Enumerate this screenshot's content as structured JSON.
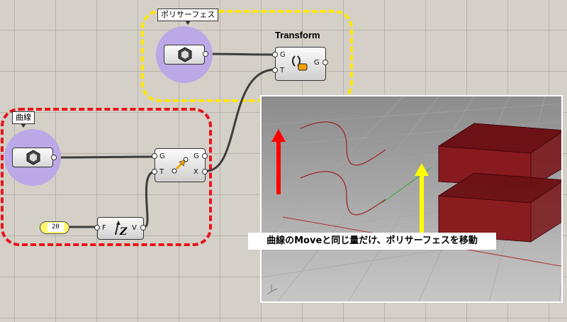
{
  "nodes": {
    "polysurface_param": {
      "label": "ポリサーフェス"
    },
    "curve_param": {
      "label": "曲線"
    },
    "transform": {
      "title": "Transform",
      "in1": "G",
      "in2": "T",
      "out1": "G"
    },
    "move": {
      "in1": "G",
      "in2": "T",
      "out1": "G",
      "out2": "X"
    },
    "slider": {
      "value": "20"
    },
    "vector_z": {
      "in1": "F",
      "out1": "V"
    }
  },
  "viewport": {
    "caption": "曲線のMoveと同じ量だけ、ポリサーフェスを移動"
  },
  "colors": {
    "canvas": "#d4d0c8",
    "group_yellow": "#ffe600",
    "group_red": "#e8141c",
    "param_bubble": "#bba8e6",
    "arrow_red": "#ff0000",
    "arrow_yellow": "#ffff00",
    "box": "#7a1418"
  }
}
